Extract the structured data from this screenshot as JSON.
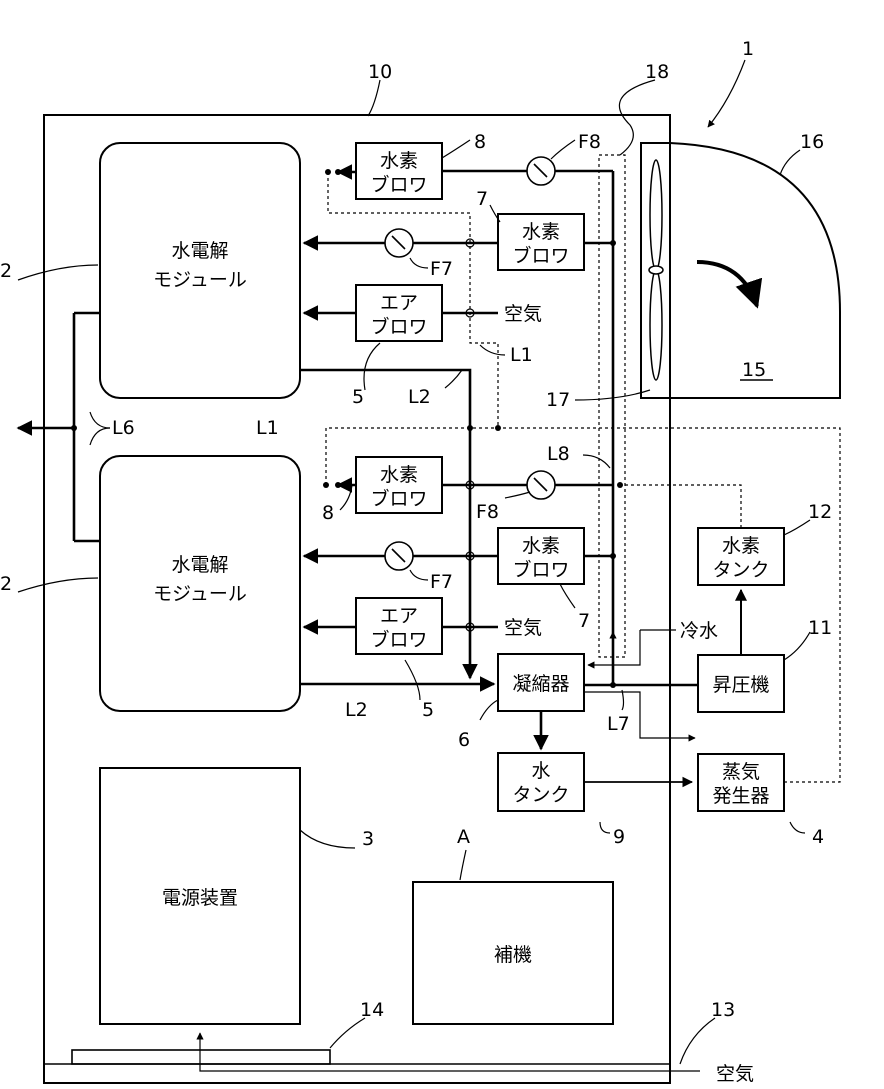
{
  "diagram": {
    "ref": {
      "system": "1",
      "housing": "10",
      "module_top": "2",
      "module_bottom": "2",
      "power": "3",
      "steam_gen": "4",
      "air_blower_top": "5",
      "air_blower_bottom": "5",
      "condenser": "6",
      "h2_blower_mid_top": "7",
      "h2_blower_mid_bottom": "7",
      "h2_blower_top": "8",
      "h2_blower_bottom": "8",
      "water_tank": "9",
      "booster": "11",
      "h2_tank": "12",
      "air_inlet": "13",
      "filter": "14",
      "fan_label": "15",
      "fan_housing": "16",
      "duct_inner": "17",
      "duct_outer": "18",
      "aux": "A"
    },
    "labels": {
      "module_line1": "水電解",
      "module_line2": "モジュール",
      "h2_line1": "水素",
      "blower_line2": "ブロワ",
      "air_line1": "エア",
      "condenser": "凝縮器",
      "water_tank_line1": "水",
      "water_tank_line2": "タンク",
      "h2_tank_line1": "水素",
      "h2_tank_line2": "タンク",
      "booster": "昇圧機",
      "steam_line1": "蒸気",
      "steam_line2": "発生器",
      "power": "電源装置",
      "aux": "補機",
      "air": "空気",
      "coolant": "冷水"
    },
    "line_refs": {
      "F7": "F7",
      "F8": "F8",
      "L1": "L1",
      "L2": "L2",
      "L6": "L6",
      "L7": "L7",
      "L8": "L8"
    }
  }
}
